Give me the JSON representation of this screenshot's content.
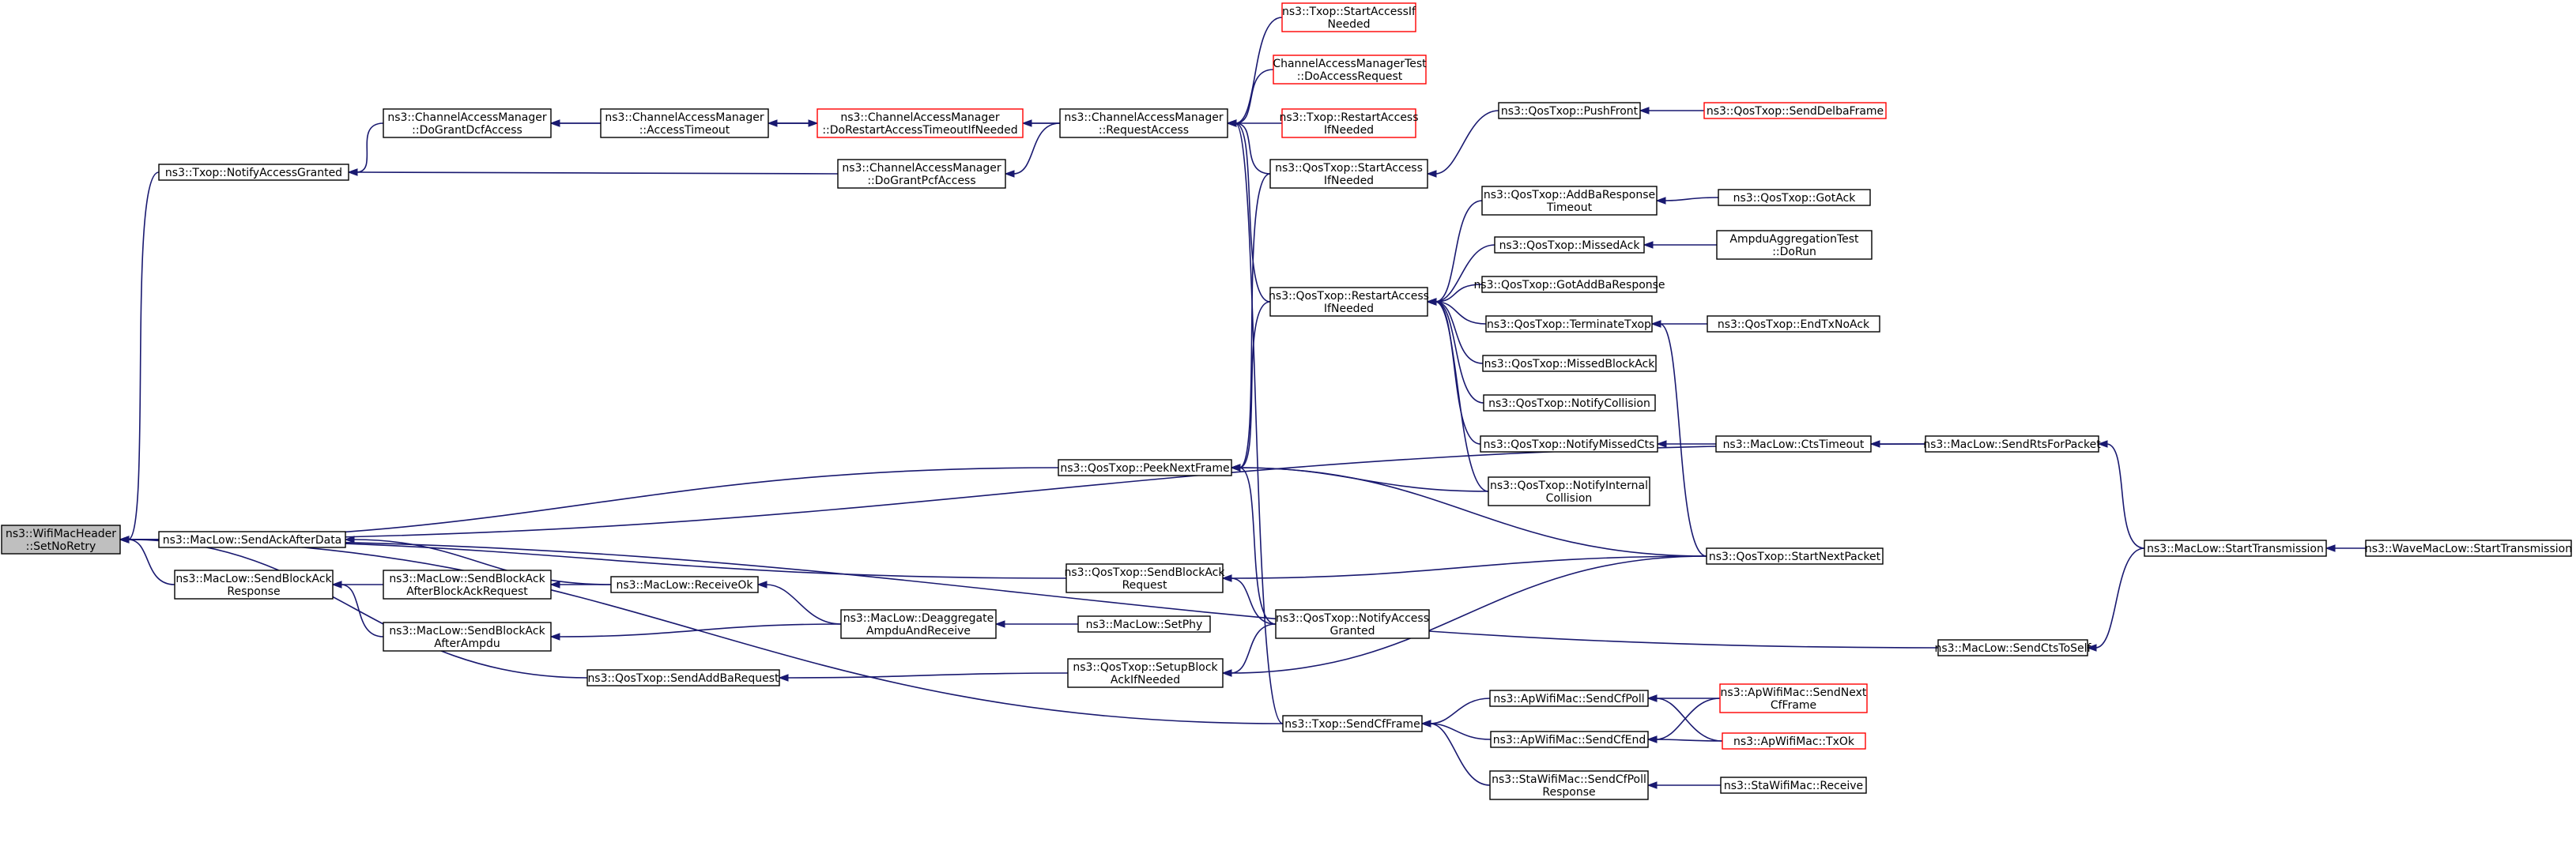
{
  "nodes": [
    {
      "id": "root",
      "lines": [
        "ns3::WifiMacHeader",
        "::SetNoRetry"
      ],
      "style": "root"
    },
    {
      "id": "notifyAccessGranted",
      "lines": [
        "ns3::Txop::NotifyAccessGranted"
      ],
      "style": "normal"
    },
    {
      "id": "sendAckAfterData",
      "lines": [
        "ns3::MacLow::SendAckAfterData"
      ],
      "style": "normal"
    },
    {
      "id": "sendBlockAckResponse",
      "lines": [
        "ns3::MacLow::SendBlockAck",
        "Response"
      ],
      "style": "normal"
    },
    {
      "id": "doGrantDcfAccess",
      "lines": [
        "ns3::ChannelAccessManager",
        "::DoGrantDcfAccess"
      ],
      "style": "normal"
    },
    {
      "id": "sendBAAfterBAR",
      "lines": [
        "ns3::MacLow::SendBlockAck",
        "AfterBlockAckRequest"
      ],
      "style": "normal"
    },
    {
      "id": "sendBAAfterAmpdu",
      "lines": [
        "ns3::MacLow::SendBlockAck",
        "AfterAmpdu"
      ],
      "style": "normal"
    },
    {
      "id": "accessTimeout",
      "lines": [
        "ns3::ChannelAccessManager",
        "::AccessTimeout"
      ],
      "style": "normal"
    },
    {
      "id": "receiveOk",
      "lines": [
        "ns3::MacLow::ReceiveOk"
      ],
      "style": "normal"
    },
    {
      "id": "qosSendAddBaRequest",
      "lines": [
        "ns3::QosTxop::SendAddBaRequest"
      ],
      "style": "normal"
    },
    {
      "id": "doRestartAccess",
      "lines": [
        "ns3::ChannelAccessManager",
        "::DoRestartAccessTimeoutIfNeeded"
      ],
      "style": "red"
    },
    {
      "id": "doGrantPcfAccess",
      "lines": [
        "ns3::ChannelAccessManager",
        "::DoGrantPcfAccess"
      ],
      "style": "normal"
    },
    {
      "id": "deaggregate",
      "lines": [
        "ns3::MacLow::Deaggregate",
        "AmpduAndReceive"
      ],
      "style": "normal"
    },
    {
      "id": "requestAccess",
      "lines": [
        "ns3::ChannelAccessManager",
        "::RequestAccess"
      ],
      "style": "normal"
    },
    {
      "id": "peekNextFrame",
      "lines": [
        "ns3::QosTxop::PeekNextFrame"
      ],
      "style": "normal"
    },
    {
      "id": "sendBlockAckRequest",
      "lines": [
        "ns3::QosTxop::SendBlockAck",
        "Request"
      ],
      "style": "normal"
    },
    {
      "id": "setPhy",
      "lines": [
        "ns3::MacLow::SetPhy"
      ],
      "style": "normal"
    },
    {
      "id": "setupBlockAck",
      "lines": [
        "ns3::QosTxop::SetupBlock",
        "AckIfNeeded"
      ],
      "style": "normal"
    },
    {
      "id": "txopStartAccess",
      "lines": [
        "ns3::Txop::StartAccessIf",
        "Needed"
      ],
      "style": "red"
    },
    {
      "id": "camTest",
      "lines": [
        "ChannelAccessManagerTest",
        "::DoAccessRequest"
      ],
      "style": "red"
    },
    {
      "id": "txopRestartAccess",
      "lines": [
        "ns3::Txop::RestartAccess",
        "IfNeeded"
      ],
      "style": "red"
    },
    {
      "id": "qosStartAccess",
      "lines": [
        "ns3::QosTxop::StartAccess",
        "IfNeeded"
      ],
      "style": "normal"
    },
    {
      "id": "qosRestartAccess",
      "lines": [
        "ns3::QosTxop::RestartAccess",
        "IfNeeded"
      ],
      "style": "normal"
    },
    {
      "id": "notifyAccessGrantedQos",
      "lines": [
        "ns3::QosTxop::NotifyAccess",
        "Granted"
      ],
      "style": "normal"
    },
    {
      "id": "sendCfFrame",
      "lines": [
        "ns3::Txop::SendCfFrame"
      ],
      "style": "normal"
    },
    {
      "id": "pushFront",
      "lines": [
        "ns3::QosTxop::PushFront"
      ],
      "style": "normal"
    },
    {
      "id": "addBaResponseTimeout",
      "lines": [
        "ns3::QosTxop::AddBaResponse",
        "Timeout"
      ],
      "style": "normal"
    },
    {
      "id": "missedAck",
      "lines": [
        "ns3::QosTxop::MissedAck"
      ],
      "style": "normal"
    },
    {
      "id": "gotAddBaResponse",
      "lines": [
        "ns3::QosTxop::GotAddBaResponse"
      ],
      "style": "normal"
    },
    {
      "id": "terminateTxop",
      "lines": [
        "ns3::QosTxop::TerminateTxop"
      ],
      "style": "normal"
    },
    {
      "id": "missedBlockAck",
      "lines": [
        "ns3::QosTxop::MissedBlockAck"
      ],
      "style": "normal"
    },
    {
      "id": "notifyCollision",
      "lines": [
        "ns3::QosTxop::NotifyCollision"
      ],
      "style": "normal"
    },
    {
      "id": "notifyMissedCts",
      "lines": [
        "ns3::QosTxop::NotifyMissedCts"
      ],
      "style": "normal"
    },
    {
      "id": "notifyInternalCollision",
      "lines": [
        "ns3::QosTxop::NotifyInternal",
        "Collision"
      ],
      "style": "normal"
    },
    {
      "id": "startNextPacket",
      "lines": [
        "ns3::QosTxop::StartNextPacket"
      ],
      "style": "normal"
    },
    {
      "id": "apSendCfPoll",
      "lines": [
        "ns3::ApWifiMac::SendCfPoll"
      ],
      "style": "normal"
    },
    {
      "id": "apSendCfEnd",
      "lines": [
        "ns3::ApWifiMac::SendCfEnd"
      ],
      "style": "normal"
    },
    {
      "id": "staSendCfPollResponse",
      "lines": [
        "ns3::StaWifiMac::SendCfPoll",
        "Response"
      ],
      "style": "normal"
    },
    {
      "id": "sendDelbaFrame",
      "lines": [
        "ns3::QosTxop::SendDelbaFrame"
      ],
      "style": "red"
    },
    {
      "id": "gotAck",
      "lines": [
        "ns3::QosTxop::GotAck"
      ],
      "style": "normal"
    },
    {
      "id": "ampduTestDoRun",
      "lines": [
        "AmpduAggregationTest",
        "::DoRun"
      ],
      "style": "normal"
    },
    {
      "id": "endTxNoAck",
      "lines": [
        "ns3::QosTxop::EndTxNoAck"
      ],
      "style": "normal"
    },
    {
      "id": "ctsTimeout",
      "lines": [
        "ns3::MacLow::CtsTimeout"
      ],
      "style": "normal"
    },
    {
      "id": "apSendNextCfFrame",
      "lines": [
        "ns3::ApWifiMac::SendNext",
        "CfFrame"
      ],
      "style": "red"
    },
    {
      "id": "apTxOk",
      "lines": [
        "ns3::ApWifiMac::TxOk"
      ],
      "style": "red"
    },
    {
      "id": "staReceive",
      "lines": [
        "ns3::StaWifiMac::Receive"
      ],
      "style": "normal"
    },
    {
      "id": "sendRtsForPacket",
      "lines": [
        "ns3::MacLow::SendRtsForPacket"
      ],
      "style": "normal"
    },
    {
      "id": "sendCtsToSelf",
      "lines": [
        "ns3::MacLow::SendCtsToSelf"
      ],
      "style": "normal"
    },
    {
      "id": "startTransmission",
      "lines": [
        "ns3::MacLow::StartTransmission"
      ],
      "style": "normal"
    },
    {
      "id": "waveStartTransmission",
      "lines": [
        "ns3::WaveMacLow::StartTransmission"
      ],
      "style": "normal"
    }
  ],
  "edges": [
    [
      "root",
      "notifyAccessGranted"
    ],
    [
      "root",
      "sendAckAfterData"
    ],
    [
      "root",
      "sendBlockAckResponse"
    ],
    [
      "root",
      "qosSendAddBaRequest"
    ],
    [
      "root",
      "peekNextFrame"
    ],
    [
      "root",
      "sendBlockAckRequest"
    ],
    [
      "root",
      "sendCfFrame"
    ],
    [
      "root",
      "sendRtsForPacket"
    ],
    [
      "root",
      "sendCtsToSelf"
    ],
    [
      "notifyAccessGranted",
      "doGrantDcfAccess"
    ],
    [
      "notifyAccessGranted",
      "doGrantPcfAccess"
    ],
    [
      "sendAckAfterData",
      "receiveOk"
    ],
    [
      "sendBlockAckResponse",
      "sendBAAfterBAR"
    ],
    [
      "sendBlockAckResponse",
      "sendBAAfterAmpdu"
    ],
    [
      "doGrantDcfAccess",
      "accessTimeout"
    ],
    [
      "doGrantDcfAccess",
      "requestAccess"
    ],
    [
      "accessTimeout",
      "doRestartAccess"
    ],
    [
      "doRestartAccess",
      "accessTimeout"
    ],
    [
      "doRestartAccess",
      "requestAccess"
    ],
    [
      "doGrantPcfAccess",
      "requestAccess"
    ],
    [
      "sendBAAfterBAR",
      "receiveOk"
    ],
    [
      "sendBAAfterAmpdu",
      "deaggregate"
    ],
    [
      "receiveOk",
      "deaggregate"
    ],
    [
      "deaggregate",
      "setPhy"
    ],
    [
      "qosSendAddBaRequest",
      "setupBlockAck"
    ],
    [
      "requestAccess",
      "txopStartAccess"
    ],
    [
      "requestAccess",
      "camTest"
    ],
    [
      "requestAccess",
      "txopRestartAccess"
    ],
    [
      "requestAccess",
      "qosStartAccess"
    ],
    [
      "requestAccess",
      "qosRestartAccess"
    ],
    [
      "requestAccess",
      "sendCfFrame"
    ],
    [
      "peekNextFrame",
      "qosStartAccess"
    ],
    [
      "peekNextFrame",
      "qosRestartAccess"
    ],
    [
      "peekNextFrame",
      "notifyAccessGrantedQos"
    ],
    [
      "peekNextFrame",
      "notifyInternalCollision"
    ],
    [
      "peekNextFrame",
      "startNextPacket"
    ],
    [
      "sendBlockAckRequest",
      "notifyAccessGrantedQos"
    ],
    [
      "sendBlockAckRequest",
      "startNextPacket"
    ],
    [
      "setupBlockAck",
      "notifyAccessGrantedQos"
    ],
    [
      "setupBlockAck",
      "startNextPacket"
    ],
    [
      "qosStartAccess",
      "pushFront"
    ],
    [
      "pushFront",
      "sendDelbaFrame"
    ],
    [
      "qosRestartAccess",
      "addBaResponseTimeout"
    ],
    [
      "qosRestartAccess",
      "missedAck"
    ],
    [
      "qosRestartAccess",
      "gotAddBaResponse"
    ],
    [
      "qosRestartAccess",
      "terminateTxop"
    ],
    [
      "qosRestartAccess",
      "missedBlockAck"
    ],
    [
      "qosRestartAccess",
      "notifyCollision"
    ],
    [
      "qosRestartAccess",
      "notifyMissedCts"
    ],
    [
      "qosRestartAccess",
      "notifyInternalCollision"
    ],
    [
      "addBaResponseTimeout",
      "gotAck"
    ],
    [
      "missedAck",
      "ampduTestDoRun"
    ],
    [
      "terminateTxop",
      "endTxNoAck"
    ],
    [
      "terminateTxop",
      "startNextPacket"
    ],
    [
      "notifyMissedCts",
      "ctsTimeout"
    ],
    [
      "ctsTimeout",
      "sendRtsForPacket"
    ],
    [
      "sendCfFrame",
      "apSendCfPoll"
    ],
    [
      "sendCfFrame",
      "apSendCfEnd"
    ],
    [
      "sendCfFrame",
      "staSendCfPollResponse"
    ],
    [
      "apSendCfPoll",
      "apSendNextCfFrame"
    ],
    [
      "apSendCfPoll",
      "apTxOk"
    ],
    [
      "apSendCfEnd",
      "apSendNextCfFrame"
    ],
    [
      "apSendCfEnd",
      "apTxOk"
    ],
    [
      "staSendCfPollResponse",
      "staReceive"
    ],
    [
      "sendRtsForPacket",
      "startTransmission"
    ],
    [
      "sendCtsToSelf",
      "startTransmission"
    ],
    [
      "startTransmission",
      "waveStartTransmission"
    ]
  ],
  "colors": {
    "edge": "#191970",
    "red_border": "#ff0000",
    "root_fill": "#bfbfbf"
  }
}
